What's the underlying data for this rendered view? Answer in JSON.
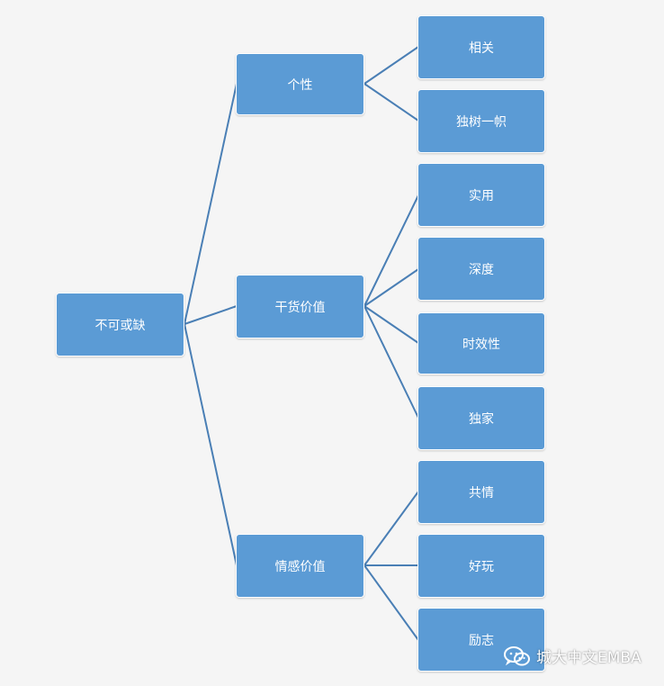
{
  "diagram": {
    "root": {
      "label": "不可或缺"
    },
    "branches": [
      {
        "label": "个性",
        "leaves": [
          "相关",
          "独树一帜"
        ]
      },
      {
        "label": "干货价值",
        "leaves": [
          "实用",
          "深度",
          "时效性",
          "独家"
        ]
      },
      {
        "label": "情感价值",
        "leaves": [
          "共情",
          "好玩",
          "励志"
        ]
      }
    ]
  },
  "watermark": {
    "text": "城大中文EMBA",
    "icon": "wechat-icon"
  },
  "colors": {
    "node": "#5b9bd5",
    "edge": "#4a7fb5",
    "background": "#f5f5f5"
  }
}
